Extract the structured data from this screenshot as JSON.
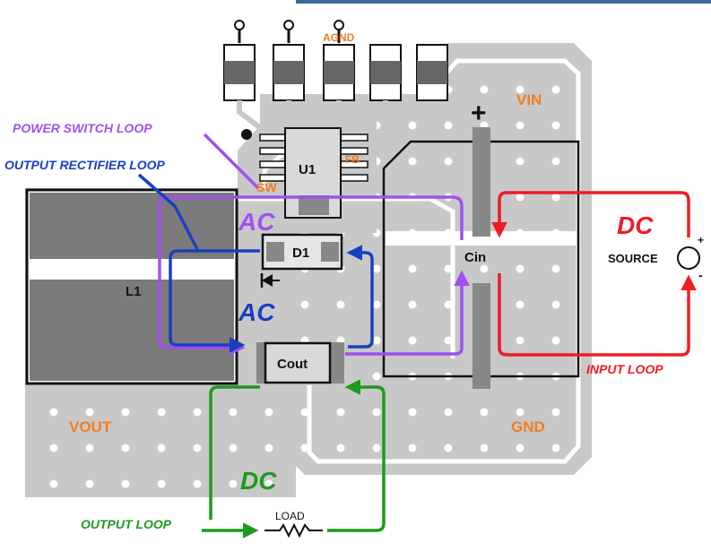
{
  "colors": {
    "board": "#c8c8c8",
    "board_outline": "#ffffff",
    "pad": "#ffffff",
    "dark_block": "#7a7a7a",
    "ic_fill": "#d9d9d9",
    "orange": "#f07d22",
    "purple": "#a050f0",
    "blue": "#1a40c0",
    "red": "#ee1c24",
    "green": "#1e9a1e",
    "black": "#111111",
    "top_bar": "#3c6c9c"
  },
  "labels": {
    "agnd": "AGND",
    "vin": "VIN",
    "plus": "+",
    "u1": "U1",
    "fb": "FB",
    "sw": "SW",
    "l1": "L1",
    "d1": "D1",
    "cin": "Cin",
    "cout": "Cout",
    "vout": "VOUT",
    "gnd": "GND",
    "source": "SOURCE",
    "source_plus": "+",
    "source_minus": "-",
    "load": "LOAD"
  },
  "loops": {
    "power_switch": "POWER SWITCH LOOP",
    "output_rectifier": "OUTPUT RECTIFIER LOOP",
    "input": "INPUT LOOP",
    "output": "OUTPUT LOOP",
    "ac_upper": "AC",
    "ac_lower": "AC",
    "dc_input": "DC",
    "dc_output": "DC"
  }
}
